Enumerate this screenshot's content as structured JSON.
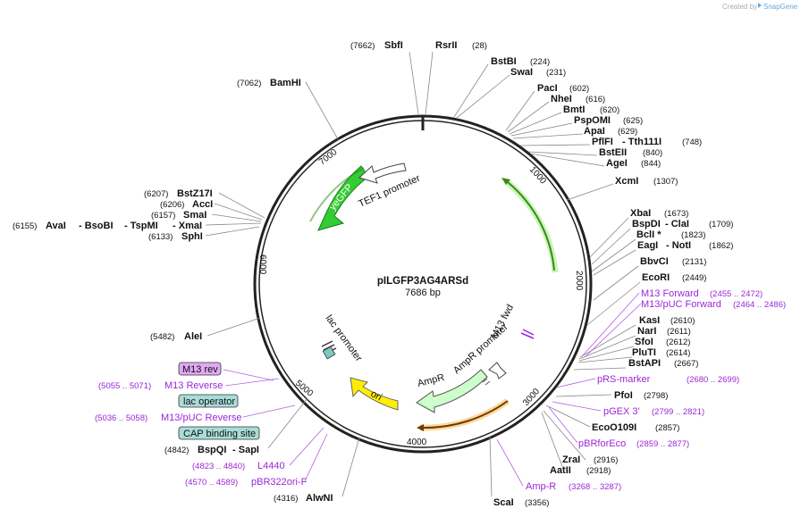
{
  "brand": {
    "created_by": "Created by",
    "app": "SnapGene"
  },
  "plasmid": {
    "name": "pILGFP3AG4ARSd",
    "size": "7686 bp"
  },
  "ticks": [
    "1000",
    "2000",
    "3000",
    "4000",
    "5000",
    "6000",
    "7000"
  ],
  "features": {
    "tef1": "TEF1 promoter",
    "yegfp": "yeGFP",
    "lac": "lac promoter",
    "ori": "ori",
    "ampr": "AmpR",
    "ampr_promoter": "AmpR promoter",
    "m13fwd": "M13 fwd",
    "m13rev": "M13 rev",
    "lac_operator": "lac operator",
    "cap_site": "CAP binding site"
  },
  "sites": [
    {
      "name": "SbfI",
      "pos": "(7662)"
    },
    {
      "name": "RsrII",
      "pos": "(28)"
    },
    {
      "name": "BstBI",
      "pos": "(224)"
    },
    {
      "name": "SwaI",
      "pos": "(231)"
    },
    {
      "name": "PacI",
      "pos": "(602)"
    },
    {
      "name": "NheI",
      "pos": "(616)"
    },
    {
      "name": "BmtI",
      "pos": "(620)"
    },
    {
      "name": "PspOMI",
      "pos": "(625)"
    },
    {
      "name": "ApaI",
      "pos": "(629)"
    },
    {
      "name": "PflFI",
      "name2": "Tth111I",
      "pos": "(748)"
    },
    {
      "name": "BstEII",
      "pos": "(840)"
    },
    {
      "name": "AgeI",
      "pos": "(844)"
    },
    {
      "name": "XcmI",
      "pos": "(1307)"
    },
    {
      "name": "XbaI",
      "pos": "(1673)"
    },
    {
      "name": "BspDI",
      "name2": "ClaI",
      "pos": "(1709)"
    },
    {
      "name": "BclI *",
      "pos": "(1823)"
    },
    {
      "name": "EagI",
      "name2": "NotI",
      "pos": "(1862)"
    },
    {
      "name": "BbvCI",
      "pos": "(2131)"
    },
    {
      "name": "EcoRI",
      "pos": "(2449)"
    },
    {
      "name": "KasI",
      "pos": "(2610)"
    },
    {
      "name": "NarI",
      "pos": "(2611)"
    },
    {
      "name": "SfoI",
      "pos": "(2612)"
    },
    {
      "name": "PluTI",
      "pos": "(2614)"
    },
    {
      "name": "BstAPI",
      "pos": "(2667)"
    },
    {
      "name": "PfoI",
      "pos": "(2798)"
    },
    {
      "name": "EcoO109I",
      "pos": "(2857)"
    },
    {
      "name": "ZraI",
      "pos": "(2916)"
    },
    {
      "name": "AatII",
      "pos": "(2918)"
    },
    {
      "name": "ScaI",
      "pos": "(3356)"
    },
    {
      "name": "AlwNI",
      "pos": "(4316)"
    },
    {
      "name": "BspQI",
      "name2": "SapI",
      "pos": "(4842)"
    },
    {
      "name": "AleI",
      "pos": "(5482)"
    },
    {
      "name": "SphI",
      "pos": "(6133)"
    },
    {
      "name": "AvaI",
      "name2": "BsoBI",
      "name3": "TspMI",
      "name4": "XmaI",
      "pos": "(6155)"
    },
    {
      "name": "SmaI",
      "pos": "(6157)"
    },
    {
      "name": "AccI",
      "pos": "(6206)"
    },
    {
      "name": "BstZ17I",
      "pos": "(6207)"
    },
    {
      "name": "BamHI",
      "pos": "(7062)"
    }
  ],
  "primers": [
    {
      "name": "M13 Forward",
      "range": "(2455 .. 2472)"
    },
    {
      "name": "M13/pUC Forward",
      "range": "(2464 .. 2486)"
    },
    {
      "name": "pRS-marker",
      "range": "(2680 .. 2699)"
    },
    {
      "name": "pGEX 3'",
      "range": "(2799 .. 2821)"
    },
    {
      "name": "pBRforEco",
      "range": "(2859 .. 2877)"
    },
    {
      "name": "Amp-R",
      "range": "(3268 .. 3287)"
    },
    {
      "name": "M13 Reverse",
      "range": "(5055 .. 5071)"
    },
    {
      "name": "M13/pUC Reverse",
      "range": "(5036 .. 5058)"
    },
    {
      "name": "L4440",
      "range": "(4823 .. 4840)"
    },
    {
      "name": "pBR322ori-F",
      "range": "(4570 .. 4589)"
    }
  ],
  "colors": {
    "backbone": "#222222",
    "gfp": "#33cc33",
    "ori": "#ffee00",
    "ampr": "#ccffcc",
    "primer": "#9b27d6",
    "orange": "#ff9900",
    "m13rev_box": "#e2a8f5",
    "lacop_box": "#a8dcd8",
    "cap_box": "#a8dcd8"
  }
}
